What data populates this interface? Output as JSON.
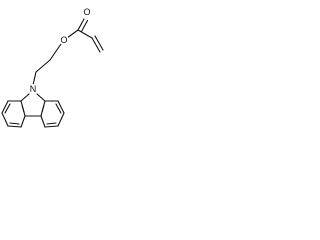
{
  "molecule": {
    "atoms": {
      "nitrogen": "N",
      "ester_oxygen": "O",
      "carbonyl_oxygen": "O"
    }
  }
}
